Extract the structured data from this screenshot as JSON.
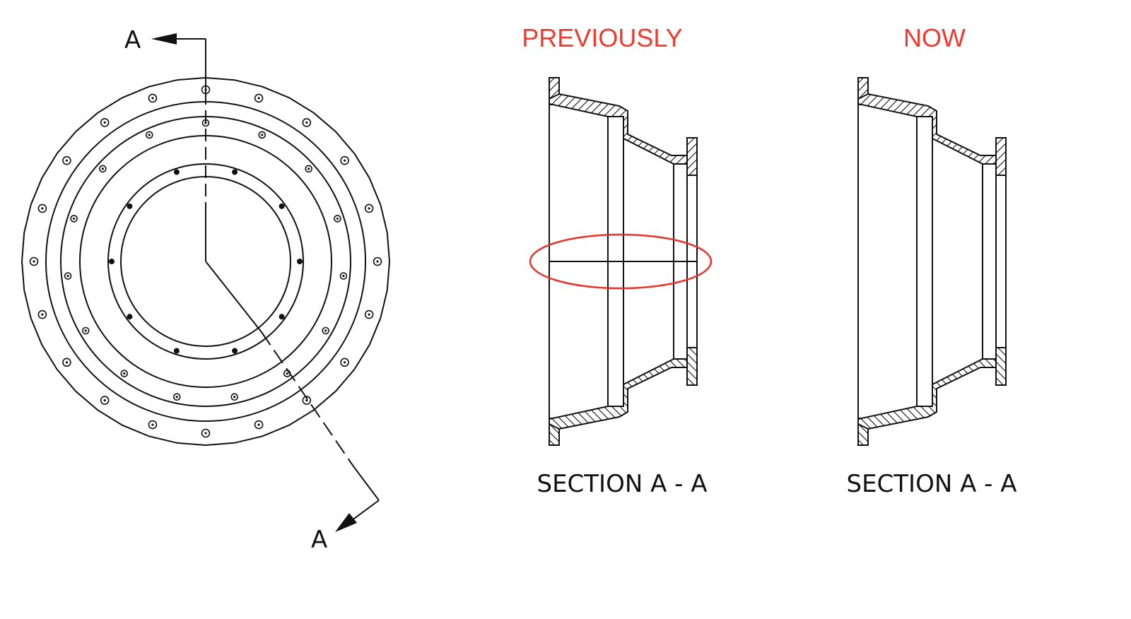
{
  "plan_view": {
    "section_marker_top": "A",
    "section_marker_bottom": "A",
    "outer_bolt_count": 20,
    "middle_bolt_count": 15,
    "inner_bolt_count": 10
  },
  "previous": {
    "title": "PREVIOUSLY",
    "section_label": "SECTION A - A",
    "highlight_color": "#e8322a"
  },
  "now": {
    "title": "NOW",
    "section_label": "SECTION A - A"
  },
  "colors": {
    "title": "#f03a2e",
    "line": "#111111"
  }
}
